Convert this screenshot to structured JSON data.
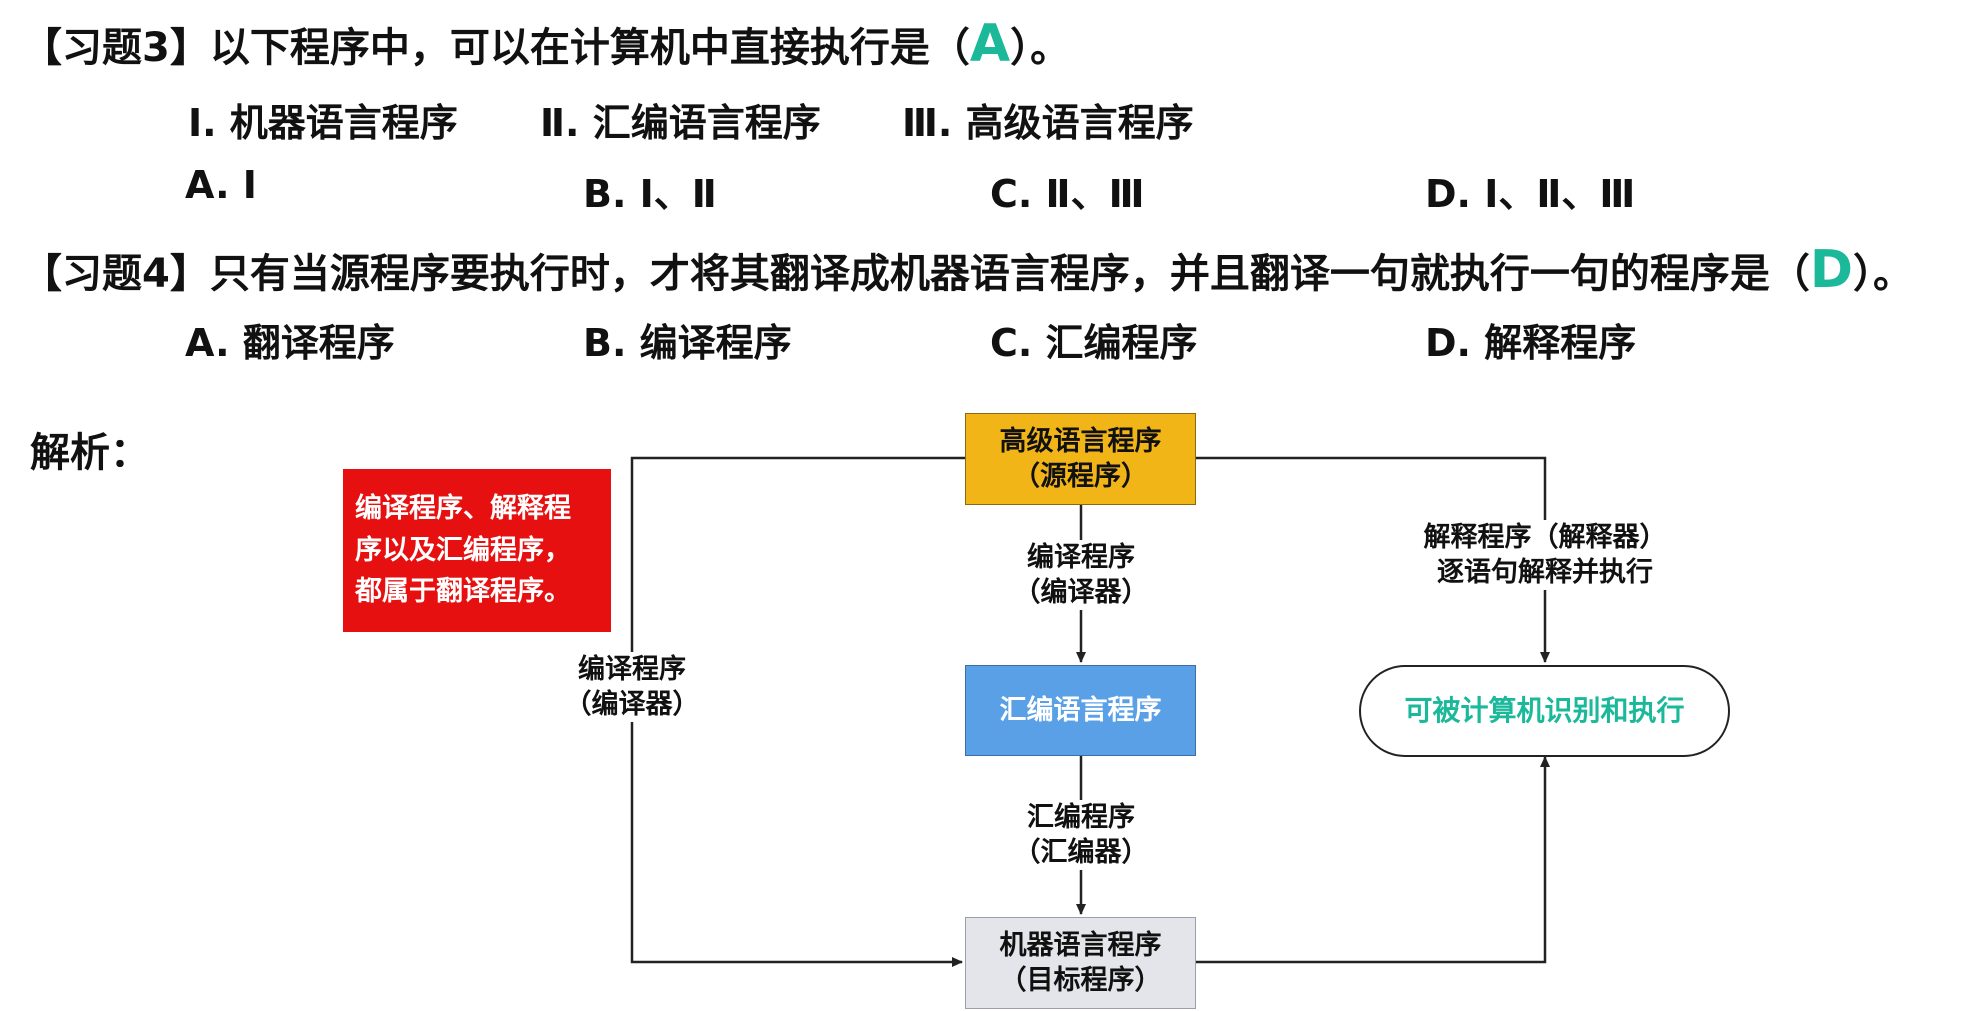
{
  "q3": {
    "prefix": "【习题3】以下程序中，可以在计算机中直接执行是（",
    "answer": "A",
    "suffix": "）。",
    "items": [
      "Ⅰ. 机器语言程序",
      "Ⅱ. 汇编语言程序",
      "Ⅲ. 高级语言程序"
    ],
    "options": [
      "A. Ⅰ",
      "B. Ⅰ、Ⅱ",
      "C. Ⅱ、Ⅲ",
      "D. Ⅰ、Ⅱ、Ⅲ"
    ]
  },
  "q4": {
    "prefix": "【习题4】只有当源程序要执行时，才将其翻译成机器语言程序，并且翻译一句就执行一句的程序是（",
    "answer": "D",
    "suffix": "）。",
    "options": [
      "A. 翻译程序",
      "B. 编译程序",
      "C. 汇编程序",
      "D. 解释程序"
    ]
  },
  "analysis_label": "解析：",
  "diagram": {
    "note": [
      "编译程序、解释程",
      "序以及汇编程序，",
      "都属于翻译程序。"
    ],
    "high_level": [
      "高级语言程序",
      "（源程序）"
    ],
    "assembly": "汇编语言程序",
    "machine": [
      "机器语言程序",
      "（目标程序）"
    ],
    "executable": "可被计算机识别和执行",
    "edge_compile_center": [
      "编译程序",
      "（编译器）"
    ],
    "edge_assemble": [
      "汇编程序",
      "（汇编器）"
    ],
    "edge_compile_left": [
      "编译程序",
      "（编译器）"
    ],
    "edge_interpret": [
      "解释程序（解释器）",
      "逐语句解释并执行"
    ],
    "colors": {
      "high_level": "#f2b518",
      "assembly": "#5aa0e6",
      "machine": "#e3e5ea",
      "note": "#e61010",
      "answer": "#1bb99a",
      "executable_text": "#1bb99a"
    }
  }
}
